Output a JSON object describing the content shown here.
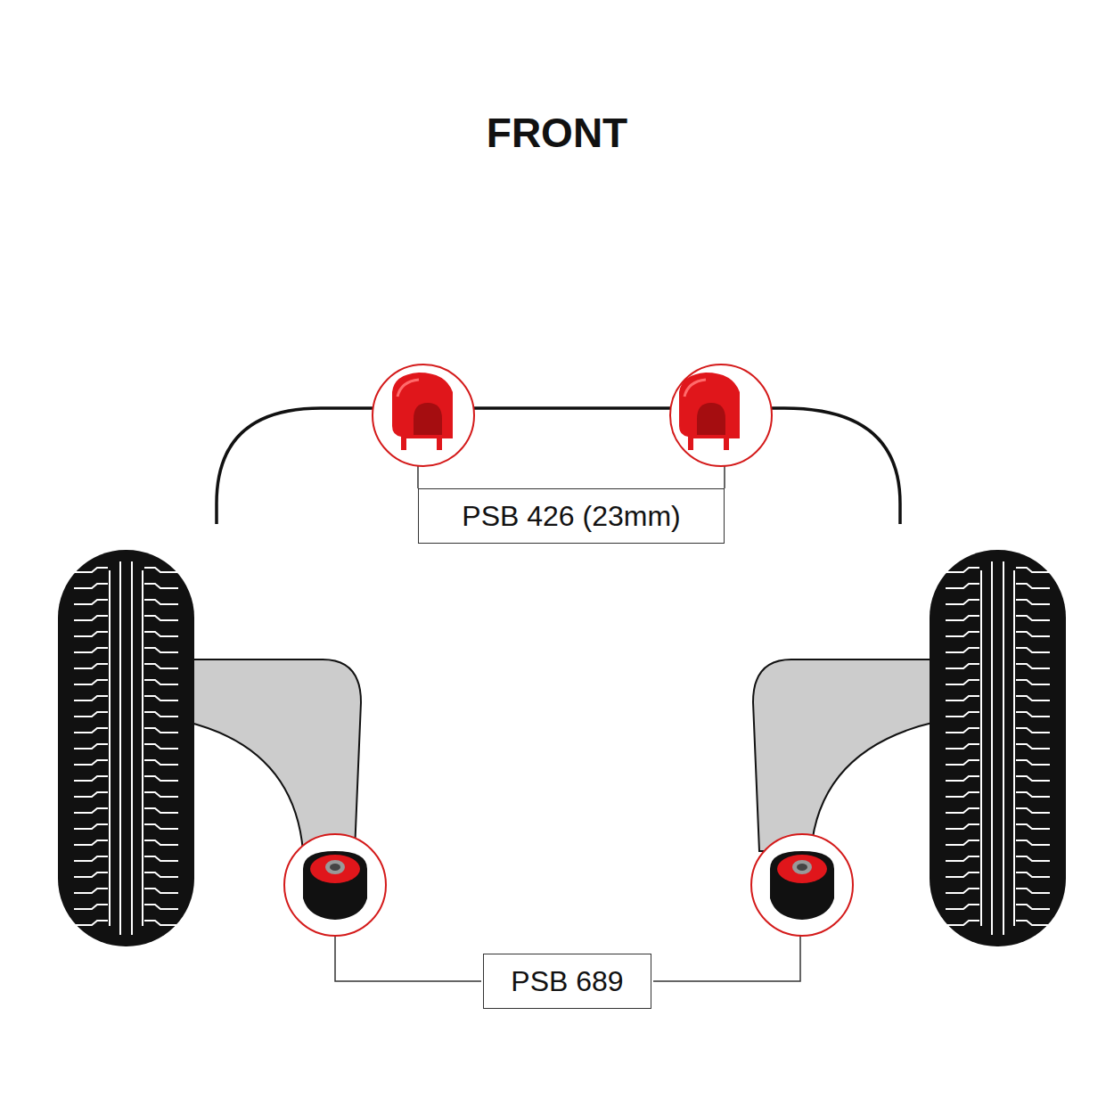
{
  "diagram": {
    "title": "FRONT",
    "nodes": [
      {
        "text": [
          "PSB 426 (23mm)"
        ]
      },
      {
        "text": [
          "PSB 689"
        ]
      }
    ]
  }
}
